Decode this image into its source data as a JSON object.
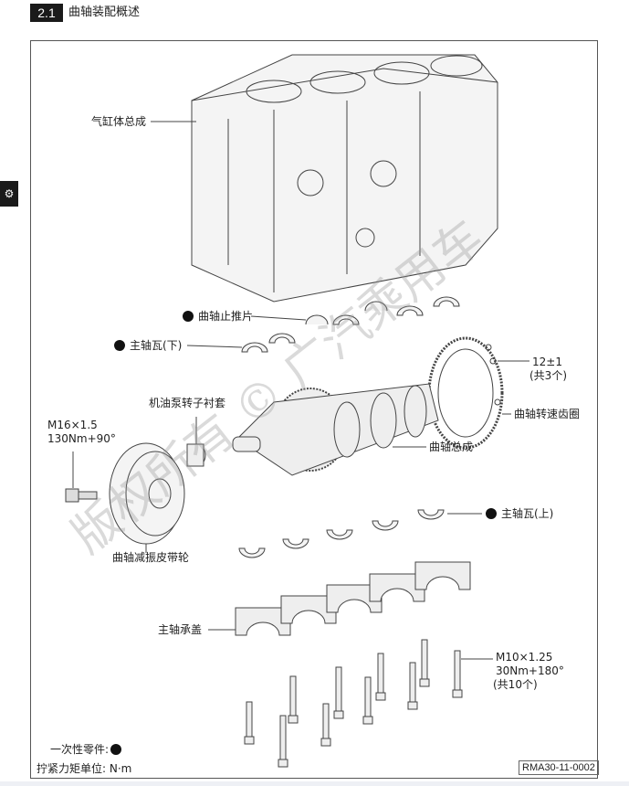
{
  "header": {
    "section_number": "2.1",
    "section_title": "曲轴装配概述"
  },
  "side_tab": {
    "icon": "engine-icon"
  },
  "labels": {
    "cylinder_block": "气缸体总成",
    "thrust_washer": "曲轴止推片",
    "main_bearing_lower": "主轴瓦(下)",
    "ring_bolt_torque": "12±1",
    "ring_bolt_qty": "(共3个)",
    "oil_pump_bushing": "机油泵转子衬套",
    "reluctor_ring": "曲轴转速齿圈",
    "pulley_bolt_spec": "M16×1.5",
    "pulley_bolt_torque": "130Nm+90°",
    "crankshaft_assy": "曲轴总成",
    "main_bearing_upper": "主轴瓦(上)",
    "damper_pulley": "曲轴减振皮带轮",
    "main_bearing_cap": "主轴承盖",
    "cap_bolt_spec": "M10×1.25",
    "cap_bolt_torque": "30Nm+180°",
    "cap_bolt_qty": "(共10个)"
  },
  "legend": {
    "one_time_parts": "一次性零件:",
    "torque_unit": "拧紧力矩单位: N·m"
  },
  "figure_code": "RMA30-11-0002",
  "watermark": "版权所有 © 广汽乘用车"
}
